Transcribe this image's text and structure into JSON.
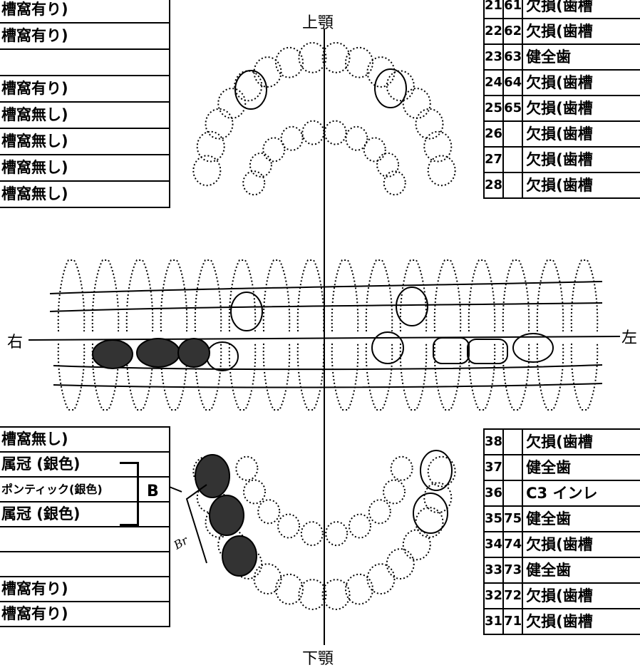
{
  "labels": {
    "upper": "上顎",
    "lower": "下顎",
    "right": "右",
    "left": "左",
    "bridge": "B",
    "bridge_note": "Br"
  },
  "top_left_rows": [
    "槽窩有り)",
    "槽窩有り)",
    "",
    "槽窩有り)",
    "槽窩無し)",
    "槽窩無し)",
    "槽窩無し)",
    "槽窩無し)"
  ],
  "top_right_rows": [
    {
      "a": "21",
      "b": "61",
      "t": "欠損(歯槽"
    },
    {
      "a": "22",
      "b": "62",
      "t": "欠損(歯槽"
    },
    {
      "a": "23",
      "b": "63",
      "t": "健全歯"
    },
    {
      "a": "24",
      "b": "64",
      "t": "欠損(歯槽"
    },
    {
      "a": "25",
      "b": "65",
      "t": "欠損(歯槽"
    },
    {
      "a": "26",
      "b": "",
      "t": "欠損(歯槽"
    },
    {
      "a": "27",
      "b": "",
      "t": "欠損(歯槽"
    },
    {
      "a": "28",
      "b": "",
      "t": "欠損(歯槽"
    }
  ],
  "bottom_left_rows": [
    "槽窩無し)",
    "属冠 (銀色)",
    "ポンティック(銀色)",
    "属冠 (銀色)",
    "",
    "",
    "槽窩有り)",
    "槽窩有り)"
  ],
  "bottom_right_rows": [
    {
      "a": "38",
      "b": "",
      "t": "欠損(歯槽"
    },
    {
      "a": "37",
      "b": "",
      "t": "健全歯"
    },
    {
      "a": "36",
      "b": "",
      "t": "C3 インレ"
    },
    {
      "a": "35",
      "b": "75",
      "t": "健全歯"
    },
    {
      "a": "34",
      "b": "74",
      "t": "欠損(歯槽"
    },
    {
      "a": "33",
      "b": "73",
      "t": "健全歯"
    },
    {
      "a": "32",
      "b": "72",
      "t": "欠損(歯槽"
    },
    {
      "a": "31",
      "b": "71",
      "t": "欠損(歯槽"
    }
  ]
}
